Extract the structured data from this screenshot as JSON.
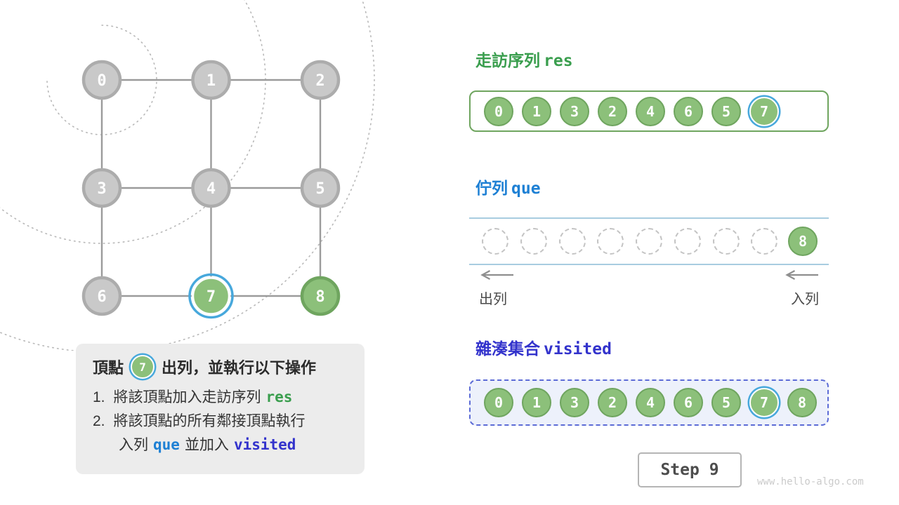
{
  "colors": {
    "green_fill": "#8CC07A",
    "green_stroke": "#6FA55F",
    "gray_fill": "#C9C9C9",
    "gray_stroke": "#ACACAC",
    "blue_ring": "#47A8DC",
    "res_title": "#3A9E4E",
    "que_title": "#1E80D4",
    "visited_title": "#3333CC",
    "visited_bg": "#EDF1FB",
    "visited_border": "#5C6BD6",
    "queue_line": "#A8CCE0",
    "edge": "#9B9B9B",
    "arc": "#B8B8B8",
    "info_bg": "#ECECEC",
    "text": "#333333"
  },
  "graph": {
    "nodes": [
      {
        "label": "0",
        "row": 0,
        "col": 0,
        "state": "gray"
      },
      {
        "label": "1",
        "row": 0,
        "col": 1,
        "state": "gray"
      },
      {
        "label": "2",
        "row": 0,
        "col": 2,
        "state": "gray"
      },
      {
        "label": "3",
        "row": 1,
        "col": 0,
        "state": "gray"
      },
      {
        "label": "4",
        "row": 1,
        "col": 1,
        "state": "gray"
      },
      {
        "label": "5",
        "row": 1,
        "col": 2,
        "state": "gray"
      },
      {
        "label": "6",
        "row": 2,
        "col": 0,
        "state": "gray"
      },
      {
        "label": "7",
        "row": 2,
        "col": 1,
        "state": "current"
      },
      {
        "label": "8",
        "row": 2,
        "col": 2,
        "state": "green"
      }
    ],
    "edges": [
      [
        0,
        1
      ],
      [
        1,
        2
      ],
      [
        3,
        4
      ],
      [
        4,
        5
      ],
      [
        6,
        7
      ],
      [
        7,
        8
      ],
      [
        0,
        3
      ],
      [
        1,
        4
      ],
      [
        2,
        5
      ],
      [
        3,
        6
      ],
      [
        4,
        7
      ],
      [
        5,
        8
      ]
    ]
  },
  "info": {
    "heading_pre": "頂點",
    "heading_node": "7",
    "heading_post": "出列，並執行以下操作",
    "line1_num": "1.",
    "line1_text": "將該頂點加入走訪序列",
    "line1_code": "res",
    "line2_num": "2.",
    "line2_text": "將該頂點的所有鄰接頂點執行",
    "line3_pre": "入列",
    "line3_code1": "que",
    "line3_mid": "並加入",
    "line3_code2": "visited"
  },
  "res": {
    "title": "走訪序列",
    "code": "res",
    "items": [
      "0",
      "1",
      "3",
      "2",
      "4",
      "6",
      "5",
      "7"
    ],
    "current": "7"
  },
  "queue": {
    "title": "佇列",
    "code": "que",
    "empty_slots": 8,
    "items": [
      "8"
    ],
    "dequeue_label": "出列",
    "enqueue_label": "入列"
  },
  "visited": {
    "title": "雜湊集合",
    "code": "visited",
    "items": [
      "0",
      "1",
      "3",
      "2",
      "4",
      "6",
      "5",
      "7",
      "8"
    ],
    "current": "7"
  },
  "step_label": "Step 9",
  "watermark": "www.hello-algo.com"
}
